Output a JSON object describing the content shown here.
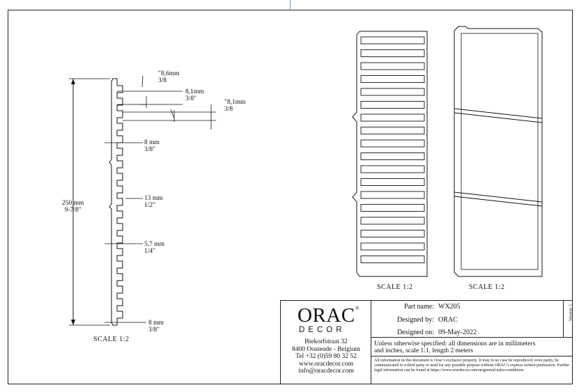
{
  "profile": {
    "dims": [
      {
        "l1": "\"8,6mm",
        "l2": "3/8"
      },
      {
        "l1": "8,1mm",
        "l2": "3/8\""
      },
      {
        "l1": "\"8,1mm",
        "l2": "3/8"
      },
      {
        "l1": "8 mm",
        "l2": "3/8\""
      },
      {
        "l1": "13 mm",
        "l2": "1/2\""
      },
      {
        "l1": "5,7 mm",
        "l2": "1/4\""
      },
      {
        "l1": "8 mm",
        "l2": "3/8\""
      }
    ],
    "height_mm": "250 mm",
    "height_in": "9-7/8\"",
    "scale": "SCALE  1:2"
  },
  "views": {
    "front_scale": "SCALE  1:2",
    "back_scale": "SCALE  1:2"
  },
  "title_block": {
    "brand": "ORAC",
    "reg": "®",
    "sub": "DECOR",
    "address": [
      "Biekorfstraat 32",
      "8400 Oostende - Belgium",
      "Tel  +32 (0)59 80 32 52",
      "www.oracdecor.com",
      "info@oracdecor.com"
    ],
    "part_label": "Part name:",
    "part_value": "WX205",
    "designer_label": "Designed by:",
    "designer_value": "ORAC",
    "date_label": "Designed on:",
    "date_value": "09-May-2022",
    "spec_line1": "Unless otherwise specified: all dimensions are in millimeters",
    "spec_line2": "and inches, scale 1:1, length 2 meters",
    "legal": "All information in this document is Orac’s exclusive property.  It may in no case be reproduced, even partly, be communicated to a third party or used for any possible purpose without ORAC’s express written permission. Further legal information can be found at https://www.oracdecor.com/en/general-sales-conditions",
    "version": "Version: 1"
  }
}
